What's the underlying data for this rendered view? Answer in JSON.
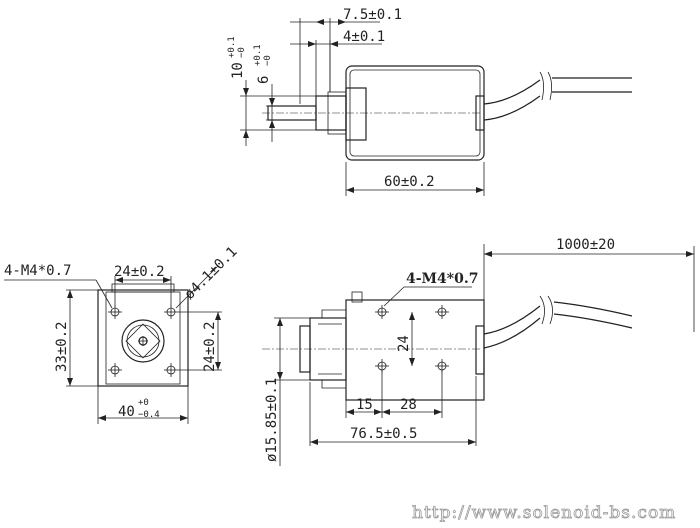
{
  "dims": {
    "top_width": "7.5±0.1",
    "top_plunger": "4±0.1",
    "top_height_a": "10",
    "top_height_a_tol_up": "+0.1",
    "top_height_a_tol_dn": "−0",
    "top_height_b": "6",
    "top_height_b_tol_up": "+0.1",
    "top_height_b_tol_dn": "−0",
    "top_length": "60±0.2",
    "thread_left": "4-M4*0.7",
    "hole_spacing": "24±0.2",
    "bore_dia": "ø4.1±0.1",
    "end_height": "33±0.2",
    "end_hole_vert": "24±0.2",
    "end_width": "40",
    "end_width_tol_up": "+0",
    "end_width_tol_dn": "−0.4",
    "lead_length": "1000±20",
    "thread_side": "4-M4*0.7",
    "side_hole_vert": "24",
    "side_offset_a": "15",
    "side_offset_b": "28",
    "overall_length": "76.5±0.5",
    "plunger_dia": "ø15.85±0.1"
  },
  "watermark": "http://www.solenoid-bs.com"
}
